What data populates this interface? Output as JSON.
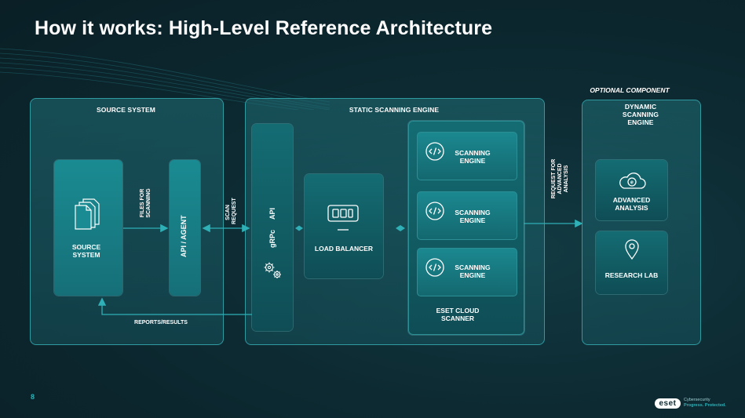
{
  "title": "How it works: High-Level Reference Architecture",
  "optional_label": "OPTIONAL COMPONENT",
  "page_number": "8",
  "source_system": {
    "panel_label": "SOURCE SYSTEM",
    "box_label": "SOURCE SYSTEM",
    "api_agent_label": "API / AGENT",
    "files_for_scanning": "FILES FOR SCANNING",
    "reports_results": "REPORTS/RESULTS"
  },
  "scan_request": "SCAN REQUEST",
  "static_engine": {
    "panel_label": "STATIC SCANNING ENGINE",
    "api_label": "API",
    "grpc_label": "gRPc",
    "load_balancer": "LOAD BALANCER",
    "scanning_engines": [
      "SCANNING ENGINE",
      "SCANNING ENGINE",
      "SCANNING ENGINE"
    ],
    "cloud_scanner": "ESET CLOUD SCANNER"
  },
  "request_advanced": "REQUEST FOR ADVANCED ANALYSIS",
  "dynamic_engine": {
    "panel_label": "DYNAMIC SCANNING ENGINE",
    "advanced_analysis": "ADVANCED ANALYSIS",
    "research_lab": "RESEARCH LAB"
  },
  "logo": {
    "brand": "eset",
    "tagline_1": "Cybersecurity",
    "tagline_2": "Progress. Protected."
  },
  "colors": {
    "accent": "#2f9aa0",
    "background": "#0d2a32",
    "box": "#1a8b92"
  }
}
